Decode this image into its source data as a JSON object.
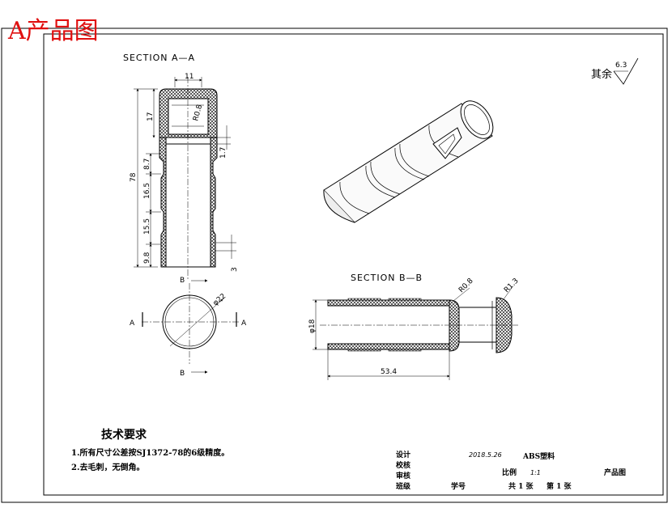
{
  "header": {
    "red_title": "A产品图"
  },
  "section_aa": {
    "caption": "SECTION A—A",
    "dims": {
      "top_width": "11",
      "overall_height": "78",
      "cap_height": "17",
      "fillet": "R0.8",
      "wall": "1.7",
      "seg1": "8.7",
      "seg2": "16.5",
      "seg3": "15.5",
      "seg4": "9.8",
      "bottom": "3"
    }
  },
  "circle_view": {
    "diameter": "φ22",
    "marker_a": "A",
    "marker_b": "B"
  },
  "section_bb": {
    "caption": "SECTION B—B",
    "dims": {
      "diameter": "φ18",
      "length": "53.4",
      "fillet_a": "R0.8",
      "fillet_b": "R1.3"
    }
  },
  "surface_finish": {
    "label": "其余",
    "value": "6.3"
  },
  "tech_req": {
    "title": "技术要求",
    "items": [
      "1.所有尺寸公差按SJ1372-78的6级精度。",
      "2.去毛刺，无倒角。"
    ]
  },
  "title_block": {
    "design": "设计",
    "check": "校核",
    "review": "审核",
    "class": "班级",
    "student_no": "学号",
    "date": "2018.5.26",
    "material": "ABS塑料",
    "scale_label": "比例",
    "scale_value": "1:1",
    "name": "产品图",
    "sheets_total": "共 1 张",
    "sheet_no": "第 1 张"
  },
  "colors": {
    "title_red": "#e01010",
    "line": "#000000",
    "paper": "#ffffff"
  }
}
